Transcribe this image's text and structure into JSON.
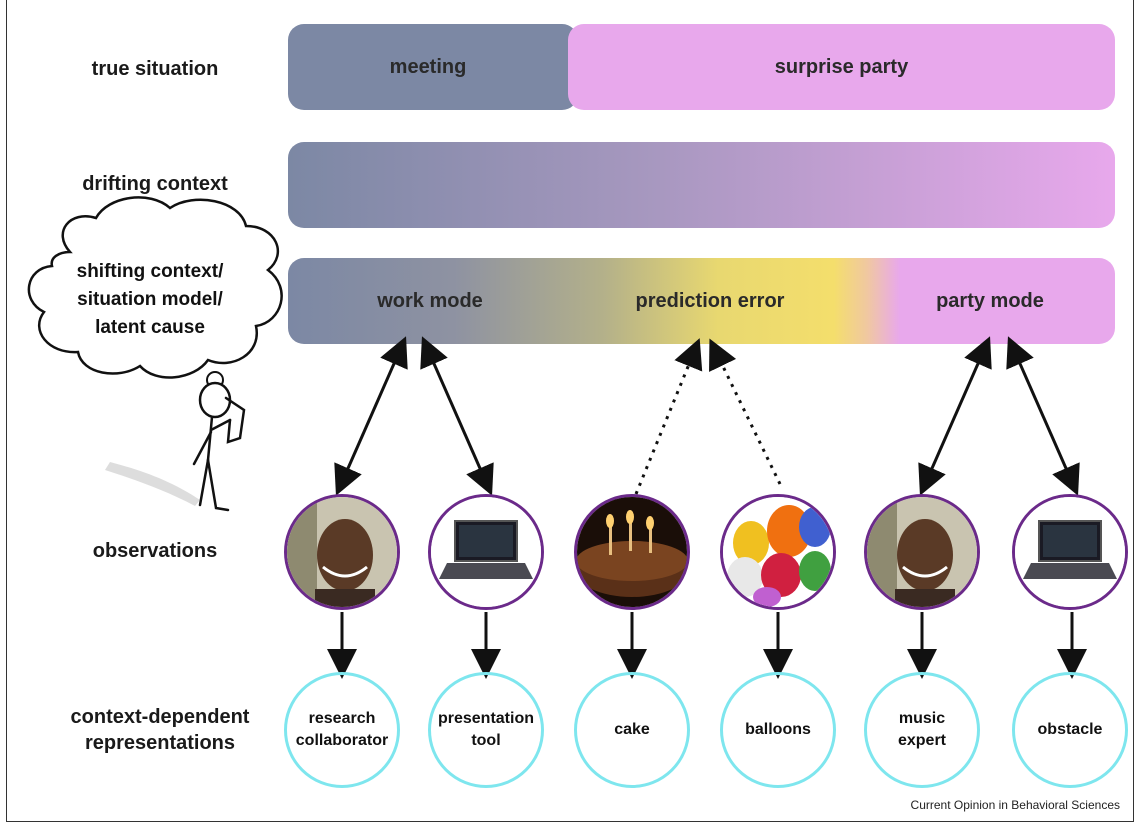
{
  "rows": {
    "true_situation": "true situation",
    "drifting_context": "drifting context",
    "shifting_context": "shifting context/\nsituation model/\nlatent cause",
    "observations": "observations",
    "representations": "context-dependent\nrepresentations"
  },
  "true_situation_bars": {
    "meeting": "meeting",
    "surprise_party": "surprise party"
  },
  "shifting_bar": {
    "work_mode": "work mode",
    "prediction_error": "prediction error",
    "party_mode": "party mode"
  },
  "observations": [
    {
      "icon": "person-photo"
    },
    {
      "icon": "laptop-icon"
    },
    {
      "icon": "cake-photo"
    },
    {
      "icon": "balloons-photo"
    },
    {
      "icon": "person-photo"
    },
    {
      "icon": "laptop-icon"
    }
  ],
  "representations": [
    "research\ncollaborator",
    "presentation\ntool",
    "cake",
    "balloons",
    "music\nexpert",
    "obstacle"
  ],
  "colors": {
    "meeting": "#7c88a4",
    "party": "#e8a8ec",
    "prediction": "#f0de6e",
    "obs_border": "#6b2a8a",
    "rep_border": "#7ee6ee"
  },
  "credit": "Current Opinion in Behavioral Sciences"
}
